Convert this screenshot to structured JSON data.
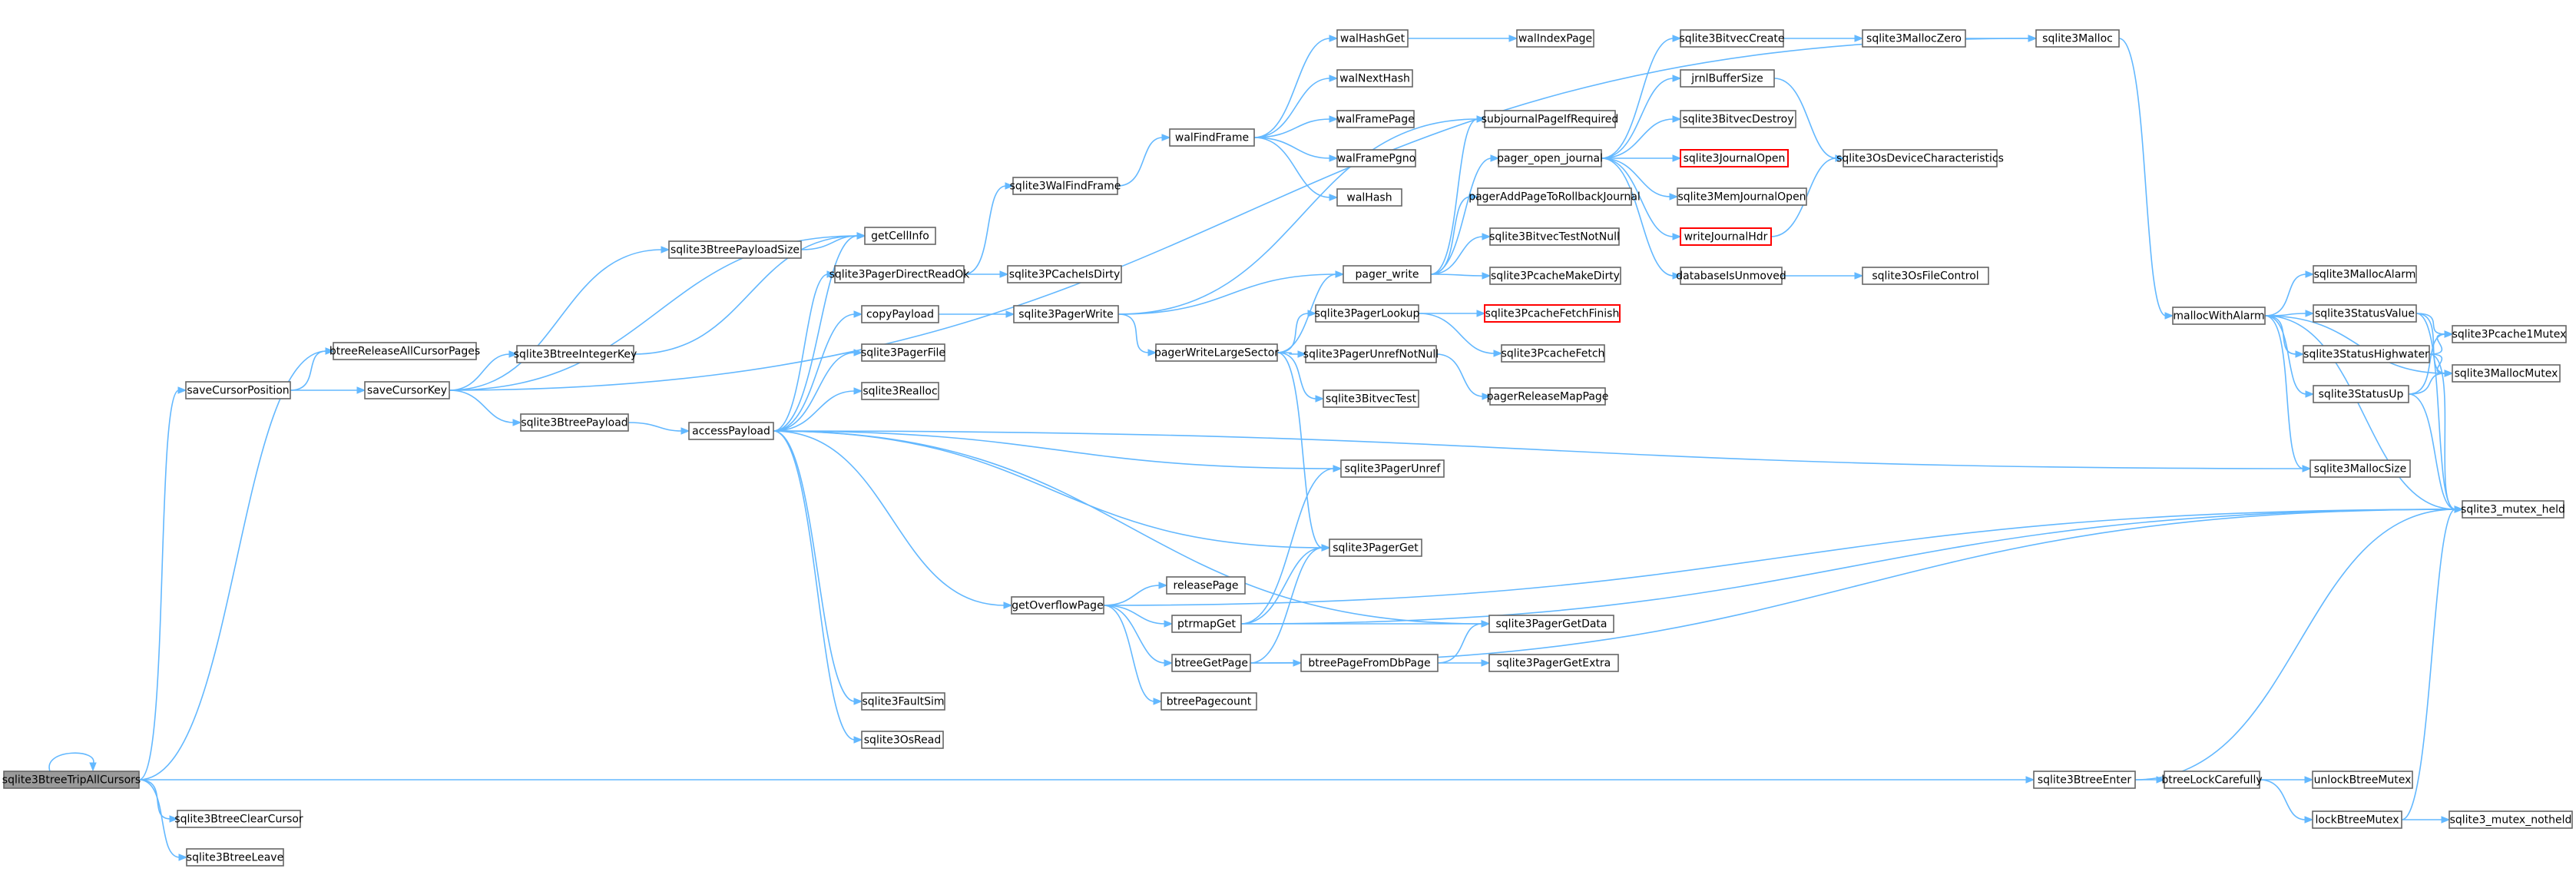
{
  "graph": {
    "title": "",
    "edge_color": "#63b8ff",
    "node_border_color": "#666666",
    "root_fill_color": "#9a9a9a",
    "truncated_border_color": "#ff0000",
    "nodes": [
      {
        "id": "n_root",
        "label": "sqlite3BtreeTripAllCursors",
        "root": true
      },
      {
        "id": "n_brc",
        "label": "btreeReleaseAllCursorPages"
      },
      {
        "id": "n_scp",
        "label": "saveCursorPosition"
      },
      {
        "id": "n_sck",
        "label": "saveCursorKey"
      },
      {
        "id": "n_sbps",
        "label": "sqlite3BtreePayloadSize"
      },
      {
        "id": "n_gci",
        "label": "getCellInfo"
      },
      {
        "id": "n_sbik",
        "label": "sqlite3BtreeIntegerKey"
      },
      {
        "id": "n_sbp",
        "label": "sqlite3BtreePayload"
      },
      {
        "id": "n_ap",
        "label": "accessPayload"
      },
      {
        "id": "n_spdr",
        "label": "sqlite3PagerDirectReadOk"
      },
      {
        "id": "n_cp",
        "label": "copyPayload"
      },
      {
        "id": "n_spf",
        "label": "sqlite3PagerFile"
      },
      {
        "id": "n_sr",
        "label": "sqlite3Realloc"
      },
      {
        "id": "n_gop",
        "label": "getOverflowPage"
      },
      {
        "id": "n_sfs",
        "label": "sqlite3FaultSim"
      },
      {
        "id": "n_sor",
        "label": "sqlite3OsRead"
      },
      {
        "id": "n_swff",
        "label": "sqlite3WalFindFrame"
      },
      {
        "id": "n_spcd",
        "label": "sqlite3PCacheIsDirty"
      },
      {
        "id": "n_spw",
        "label": "sqlite3PagerWrite"
      },
      {
        "id": "n_wff",
        "label": "walFindFrame"
      },
      {
        "id": "n_whg",
        "label": "walHashGet"
      },
      {
        "id": "n_wip",
        "label": "walIndexPage"
      },
      {
        "id": "n_wnh",
        "label": "walNextHash"
      },
      {
        "id": "n_wfp",
        "label": "walFramePage"
      },
      {
        "id": "n_wfpg",
        "label": "walFramePgno"
      },
      {
        "id": "n_wh",
        "label": "walHash"
      },
      {
        "id": "n_pw",
        "label": "pager_write"
      },
      {
        "id": "n_pwls",
        "label": "pagerWriteLargeSector"
      },
      {
        "id": "n_sjp",
        "label": "subjournalPageIfRequired"
      },
      {
        "id": "n_poj",
        "label": "pager_open_journal"
      },
      {
        "id": "n_paprj",
        "label": "pagerAddPageToRollbackJournal"
      },
      {
        "id": "n_sbtnn",
        "label": "sqlite3BitvecTestNotNull"
      },
      {
        "id": "n_spmd",
        "label": "sqlite3PcacheMakeDirty"
      },
      {
        "id": "n_spl",
        "label": "sqlite3PagerLookup"
      },
      {
        "id": "n_spun",
        "label": "sqlite3PagerUnrefNotNull"
      },
      {
        "id": "n_sbt",
        "label": "sqlite3BitvecTest"
      },
      {
        "id": "n_spff",
        "label": "sqlite3PcacheFetchFinish",
        "truncated": true
      },
      {
        "id": "n_spfe",
        "label": "sqlite3PcacheFetch"
      },
      {
        "id": "n_prmp",
        "label": "pagerReleaseMapPage"
      },
      {
        "id": "n_spu",
        "label": "sqlite3PagerUnref"
      },
      {
        "id": "n_spg",
        "label": "sqlite3PagerGet"
      },
      {
        "id": "n_rp",
        "label": "releasePage"
      },
      {
        "id": "n_pmg",
        "label": "ptrmapGet"
      },
      {
        "id": "n_bgp",
        "label": "btreeGetPage"
      },
      {
        "id": "n_bpc",
        "label": "btreePagecount"
      },
      {
        "id": "n_bpfd",
        "label": "btreePageFromDbPage"
      },
      {
        "id": "n_spgd",
        "label": "sqlite3PagerGetData"
      },
      {
        "id": "n_spge",
        "label": "sqlite3PagerGetExtra"
      },
      {
        "id": "n_sbc",
        "label": "sqlite3BitvecCreate"
      },
      {
        "id": "n_jbs",
        "label": "jrnlBufferSize"
      },
      {
        "id": "n_sbd",
        "label": "sqlite3BitvecDestroy"
      },
      {
        "id": "n_sjo",
        "label": "sqlite3JournalOpen",
        "truncated": true
      },
      {
        "id": "n_smjo",
        "label": "sqlite3MemJournalOpen"
      },
      {
        "id": "n_wjh",
        "label": "writeJournalHdr",
        "truncated": true
      },
      {
        "id": "n_diu",
        "label": "databaseIsUnmoved"
      },
      {
        "id": "n_smz",
        "label": "sqlite3MallocZero"
      },
      {
        "id": "n_sm",
        "label": "sqlite3Malloc"
      },
      {
        "id": "n_sodc",
        "label": "sqlite3OsDeviceCharacteristics"
      },
      {
        "id": "n_sofc",
        "label": "sqlite3OsFileControl"
      },
      {
        "id": "n_mwa",
        "label": "mallocWithAlarm"
      },
      {
        "id": "n_sma",
        "label": "sqlite3MallocAlarm"
      },
      {
        "id": "n_ssv",
        "label": "sqlite3StatusValue"
      },
      {
        "id": "n_ssh",
        "label": "sqlite3StatusHighwater"
      },
      {
        "id": "n_ssu",
        "label": "sqlite3StatusUp"
      },
      {
        "id": "n_sms",
        "label": "sqlite3MallocSize"
      },
      {
        "id": "n_sp1m",
        "label": "sqlite3Pcache1Mutex"
      },
      {
        "id": "n_smm",
        "label": "sqlite3MallocMutex"
      },
      {
        "id": "n_smh",
        "label": "sqlite3_mutex_held"
      },
      {
        "id": "n_sbe",
        "label": "sqlite3BtreeEnter"
      },
      {
        "id": "n_blc",
        "label": "btreeLockCarefully"
      },
      {
        "id": "n_ubm",
        "label": "unlockBtreeMutex"
      },
      {
        "id": "n_lbm",
        "label": "lockBtreeMutex"
      },
      {
        "id": "n_smnh",
        "label": "sqlite3_mutex_notheld"
      },
      {
        "id": "n_sbcc",
        "label": "sqlite3BtreeClearCursor"
      },
      {
        "id": "n_sbl",
        "label": "sqlite3BtreeLeave"
      }
    ],
    "edges": [
      [
        "n_root",
        "n_root"
      ],
      [
        "n_root",
        "n_brc"
      ],
      [
        "n_root",
        "n_scp"
      ],
      [
        "n_root",
        "n_sbe"
      ],
      [
        "n_root",
        "n_sbcc"
      ],
      [
        "n_root",
        "n_sbl"
      ],
      [
        "n_scp",
        "n_brc"
      ],
      [
        "n_scp",
        "n_sck"
      ],
      [
        "n_sck",
        "n_sbps"
      ],
      [
        "n_sck",
        "n_sbik"
      ],
      [
        "n_sck",
        "n_sbp"
      ],
      [
        "n_sck",
        "n_sm"
      ],
      [
        "n_sck",
        "n_gci"
      ],
      [
        "n_sbps",
        "n_gci"
      ],
      [
        "n_sbik",
        "n_gci"
      ],
      [
        "n_sbp",
        "n_ap"
      ],
      [
        "n_ap",
        "n_gci"
      ],
      [
        "n_ap",
        "n_spdr"
      ],
      [
        "n_ap",
        "n_cp"
      ],
      [
        "n_ap",
        "n_spf"
      ],
      [
        "n_ap",
        "n_sr"
      ],
      [
        "n_ap",
        "n_gop"
      ],
      [
        "n_ap",
        "n_sfs"
      ],
      [
        "n_ap",
        "n_sor"
      ],
      [
        "n_ap",
        "n_spu"
      ],
      [
        "n_ap",
        "n_spg"
      ],
      [
        "n_ap",
        "n_sms"
      ],
      [
        "n_ap",
        "n_spgd"
      ],
      [
        "n_spdr",
        "n_swff"
      ],
      [
        "n_spdr",
        "n_spcd"
      ],
      [
        "n_swff",
        "n_wff"
      ],
      [
        "n_wff",
        "n_whg"
      ],
      [
        "n_wff",
        "n_wnh"
      ],
      [
        "n_wff",
        "n_wfp"
      ],
      [
        "n_wff",
        "n_wfpg"
      ],
      [
        "n_wff",
        "n_wh"
      ],
      [
        "n_whg",
        "n_wip"
      ],
      [
        "n_cp",
        "n_spw"
      ],
      [
        "n_spw",
        "n_pw"
      ],
      [
        "n_spw",
        "n_pwls"
      ],
      [
        "n_spw",
        "n_sjp"
      ],
      [
        "n_pw",
        "n_sjp"
      ],
      [
        "n_pw",
        "n_poj"
      ],
      [
        "n_pw",
        "n_paprj"
      ],
      [
        "n_pw",
        "n_sbtnn"
      ],
      [
        "n_pw",
        "n_spmd"
      ],
      [
        "n_pwls",
        "n_pw"
      ],
      [
        "n_pwls",
        "n_spl"
      ],
      [
        "n_pwls",
        "n_spun"
      ],
      [
        "n_pwls",
        "n_sbt"
      ],
      [
        "n_pwls",
        "n_spg"
      ],
      [
        "n_spl",
        "n_spff"
      ],
      [
        "n_spl",
        "n_spfe"
      ],
      [
        "n_spun",
        "n_prmp"
      ],
      [
        "n_poj",
        "n_sbc"
      ],
      [
        "n_poj",
        "n_jbs"
      ],
      [
        "n_poj",
        "n_sbd"
      ],
      [
        "n_poj",
        "n_sjo"
      ],
      [
        "n_poj",
        "n_smjo"
      ],
      [
        "n_poj",
        "n_wjh"
      ],
      [
        "n_poj",
        "n_diu"
      ],
      [
        "n_sbc",
        "n_smz"
      ],
      [
        "n_smz",
        "n_sm"
      ],
      [
        "n_jbs",
        "n_sodc"
      ],
      [
        "n_wjh",
        "n_sodc"
      ],
      [
        "n_diu",
        "n_sofc"
      ],
      [
        "n_sm",
        "n_mwa"
      ],
      [
        "n_mwa",
        "n_sma"
      ],
      [
        "n_mwa",
        "n_ssv"
      ],
      [
        "n_mwa",
        "n_ssh"
      ],
      [
        "n_mwa",
        "n_ssu"
      ],
      [
        "n_mwa",
        "n_sms"
      ],
      [
        "n_mwa",
        "n_smh"
      ],
      [
        "n_mwa",
        "n_smm"
      ],
      [
        "n_ssv",
        "n_sp1m"
      ],
      [
        "n_ssv",
        "n_smm"
      ],
      [
        "n_ssv",
        "n_smh"
      ],
      [
        "n_ssh",
        "n_sp1m"
      ],
      [
        "n_ssh",
        "n_smm"
      ],
      [
        "n_ssh",
        "n_smh"
      ],
      [
        "n_ssu",
        "n_sp1m"
      ],
      [
        "n_ssu",
        "n_smm"
      ],
      [
        "n_ssu",
        "n_smh"
      ],
      [
        "n_gop",
        "n_rp"
      ],
      [
        "n_gop",
        "n_pmg"
      ],
      [
        "n_gop",
        "n_bgp"
      ],
      [
        "n_gop",
        "n_bpc"
      ],
      [
        "n_gop",
        "n_smh"
      ],
      [
        "n_pmg",
        "n_spu"
      ],
      [
        "n_pmg",
        "n_spg"
      ],
      [
        "n_pmg",
        "n_spgd"
      ],
      [
        "n_pmg",
        "n_smh"
      ],
      [
        "n_bgp",
        "n_spg"
      ],
      [
        "n_bgp",
        "n_bpfd"
      ],
      [
        "n_bgp",
        "n_smh"
      ],
      [
        "n_bpfd",
        "n_spgd"
      ],
      [
        "n_bpfd",
        "n_spge"
      ],
      [
        "n_sbe",
        "n_blc"
      ],
      [
        "n_sbe",
        "n_smh"
      ],
      [
        "n_blc",
        "n_ubm"
      ],
      [
        "n_blc",
        "n_lbm"
      ],
      [
        "n_lbm",
        "n_smnh"
      ],
      [
        "n_lbm",
        "n_smh"
      ]
    ]
  }
}
